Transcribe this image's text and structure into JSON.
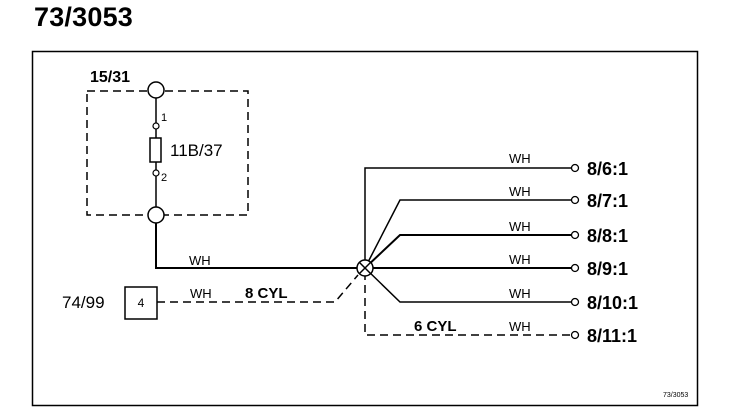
{
  "title": "73/3053",
  "ref_code": "73/3053",
  "colors": {
    "ink": "#000000",
    "background": "#ffffff"
  },
  "relay": {
    "connector_label": "15/31",
    "component_label": "11B/37",
    "pin1": "1",
    "pin2": "2"
  },
  "source": {
    "label": "74/99",
    "box_number": "4",
    "wire_color": "WH",
    "variant": "8 CYL"
  },
  "main_wire_color": "WH",
  "splice": {
    "icon": "splice-circle-x-icon"
  },
  "outputs": [
    {
      "wire": "WH",
      "terminal": "8/6:1"
    },
    {
      "wire": "WH",
      "terminal": "8/7:1"
    },
    {
      "wire": "WH",
      "terminal": "8/8:1"
    },
    {
      "wire": "WH",
      "terminal": "8/9:1"
    },
    {
      "wire": "WH",
      "terminal": "8/10:1"
    },
    {
      "wire": "WH",
      "terminal": "8/11:1",
      "variant": "6 CYL"
    }
  ]
}
